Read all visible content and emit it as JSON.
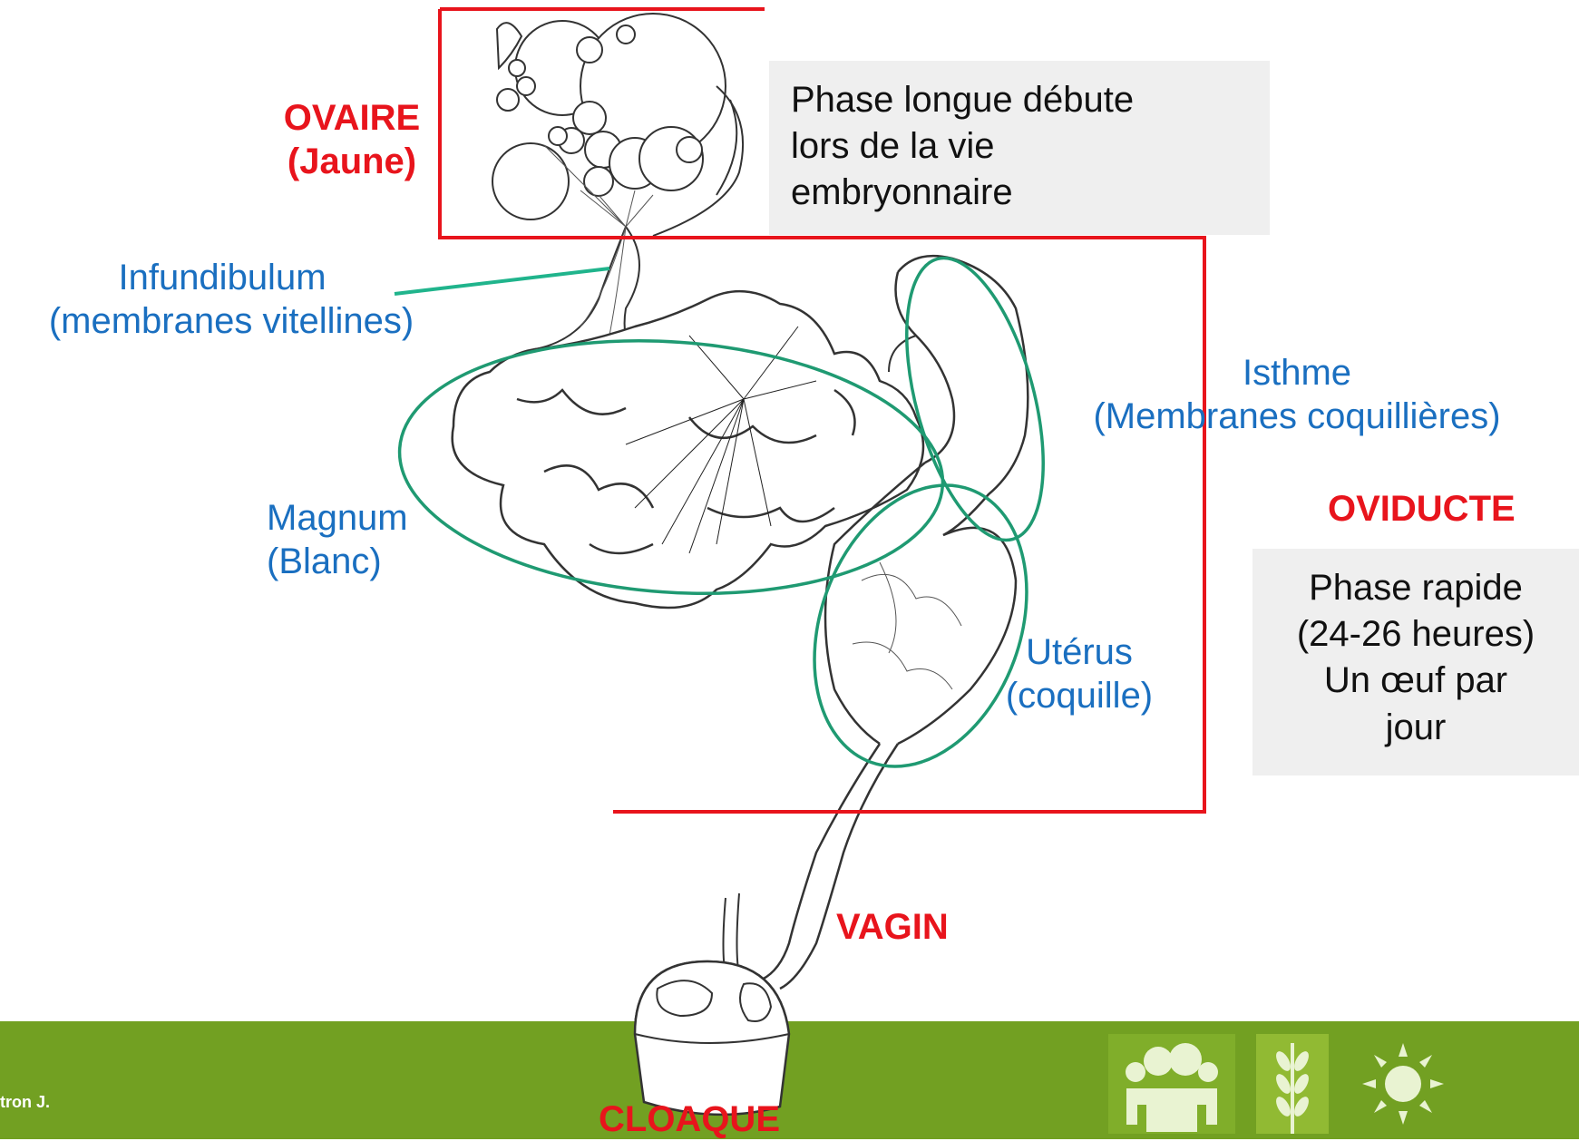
{
  "colors": {
    "frame_red": "#e8141c",
    "region_green": "#1f9a72",
    "label_blue": "#1a6fc0",
    "label_red": "#e8141c",
    "footer_green": "#72a022",
    "note_bg": "#efefef"
  },
  "labels": {
    "ovaire": "OVAIRE",
    "ovaire_sub": "(Jaune)",
    "infundibulum": "Infundibulum",
    "infundibulum_sub": "(membranes vitellines)",
    "magnum": "Magnum",
    "magnum_sub": "(Blanc)",
    "isthme": "Isthme",
    "isthme_sub": "(Membranes coquillières)",
    "oviducte": "OVIDUCTE",
    "uterus": "Utérus",
    "uterus_sub": "(coquille)",
    "vagin": "VAGIN",
    "cloaque": "CLOAQUE"
  },
  "notes": {
    "ovary_line1": "Phase longue débute",
    "ovary_line2": "lors de la vie",
    "ovary_line3": "embryonnaire",
    "oviduct_line1": "Phase rapide",
    "oviduct_line2": "(24-26 heures)",
    "oviduct_line3": "Un œuf par",
    "oviduct_line4": "jour"
  },
  "footer": {
    "credit": "tron J.",
    "icons": [
      "people-icon",
      "wheat-icon",
      "sun-icon"
    ]
  }
}
